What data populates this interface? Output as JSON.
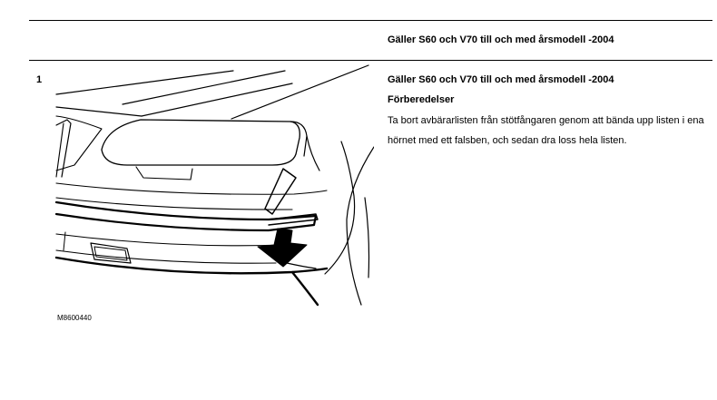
{
  "header": {
    "title": "Gäller S60 och V70 till och med årsmodell -2004"
  },
  "step": {
    "number": "1",
    "title": "Gäller S60 och V70 till och med årsmodell -2004",
    "subtitle": "Förberedelser",
    "body": "Ta bort avbärarlisten från stötfångaren genom att bända upp listen i ena hörnet med ett falsben, och sedan dra loss hela listen.",
    "figure_code": "M8600440"
  },
  "colors": {
    "line": "#000000",
    "background": "#ffffff"
  }
}
